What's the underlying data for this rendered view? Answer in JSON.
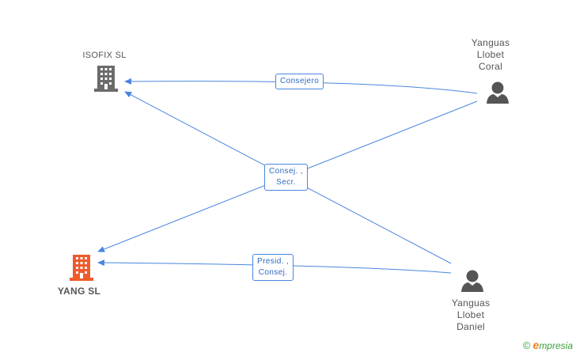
{
  "nodes": {
    "isofix": {
      "label": "ISOFIX SL",
      "color": "#6b6b6b",
      "icon": "building-icon"
    },
    "yang": {
      "label": "YANG SL",
      "color": "#f05a2a",
      "icon": "building-icon"
    },
    "coral": {
      "line1": "Yanguas",
      "line2": "Llobet",
      "line3": "Coral",
      "color": "#555555",
      "icon": "person-icon"
    },
    "daniel": {
      "line1": "Yanguas",
      "line2": "Llobet",
      "line3": "Daniel",
      "color": "#555555",
      "icon": "person-icon"
    }
  },
  "edges": {
    "consejero": {
      "label": "Consejero"
    },
    "consej_secr": {
      "line1": "Consej. ,",
      "line2": "Secr."
    },
    "presid_consej": {
      "line1": "Presid. ,",
      "line2": "Consej."
    }
  },
  "colors": {
    "edge": "#4a86e0"
  },
  "brand": {
    "copyright": "©",
    "e": "e",
    "rest": "mpresia"
  }
}
